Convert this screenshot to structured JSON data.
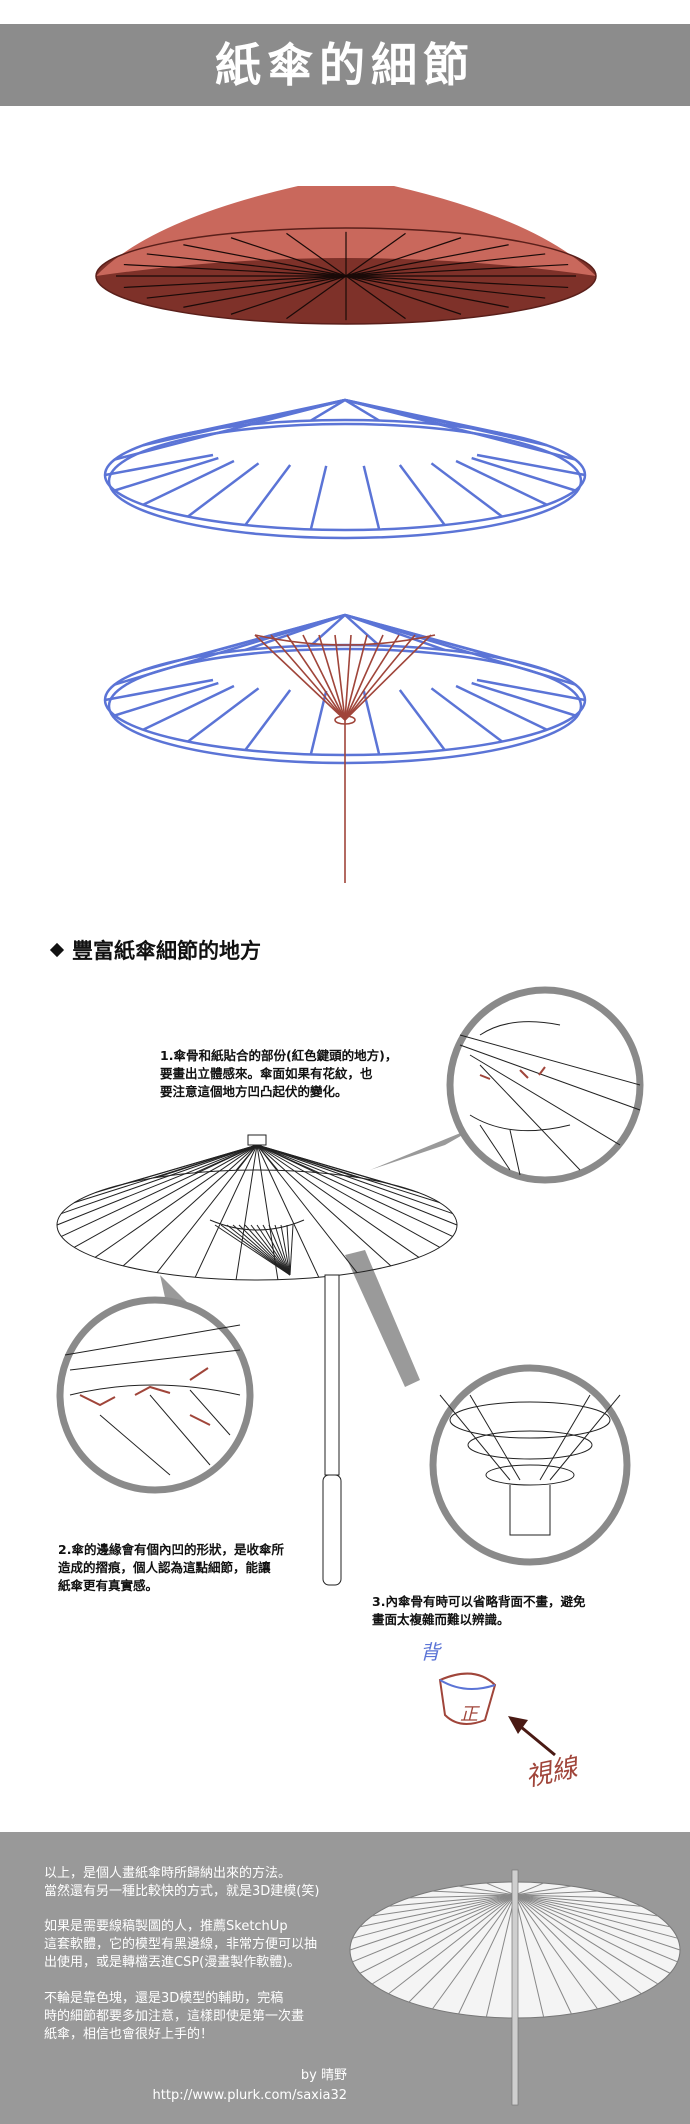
{
  "header": {
    "title": "紙傘的細節"
  },
  "section": {
    "title": "豐富紙傘細節的地方"
  },
  "notes": {
    "note1": "1.傘骨和紙貼合的部份(紅色鍵頭的地方)，\n要畫出立體感來。傘面如果有花紋，也\n要注意這個地方凹凸起伏的變化。",
    "note2": "2.傘的邊緣會有個內凹的形狀，是收傘所\n造成的摺痕，個人認為這點細節，能讓\n紙傘更有真實感。",
    "note3": "3.內傘骨有時可以省略背面不畫，避免\n畫面太複雜而難以辨識。"
  },
  "handwritten": {
    "back": "背",
    "front": "正",
    "sightline": "視線"
  },
  "footer": {
    "para1": "以上，是個人畫紙傘時所歸納出來的方法。\n當然還有另一種比較快的方式，就是3D建模(笑)",
    "para2": "如果是需要線稿製圖的人，推薦SketchUp\n這套軟體，它的模型有黑邊線，非常方便可以抽\n出使用，或是轉檔丟進CSP(漫畫製作軟體)。",
    "para3": "不輪是靠色塊，還是3D模型的輔助，完稿\n時的細節都要多加注意，這樣即使是第一次畫\n紙傘，相信也會很好上手的！",
    "author": "by 晴野",
    "url": "http://www.plurk.com/saxia32"
  },
  "colors": {
    "umbrella_red": "#8a3a32",
    "umbrella_top": "#c96a5e",
    "sketch_blue": "#5b74d6",
    "rib_red": "#a0453a",
    "title_bar": "#8c8c8c",
    "footer_bg": "#999999"
  }
}
